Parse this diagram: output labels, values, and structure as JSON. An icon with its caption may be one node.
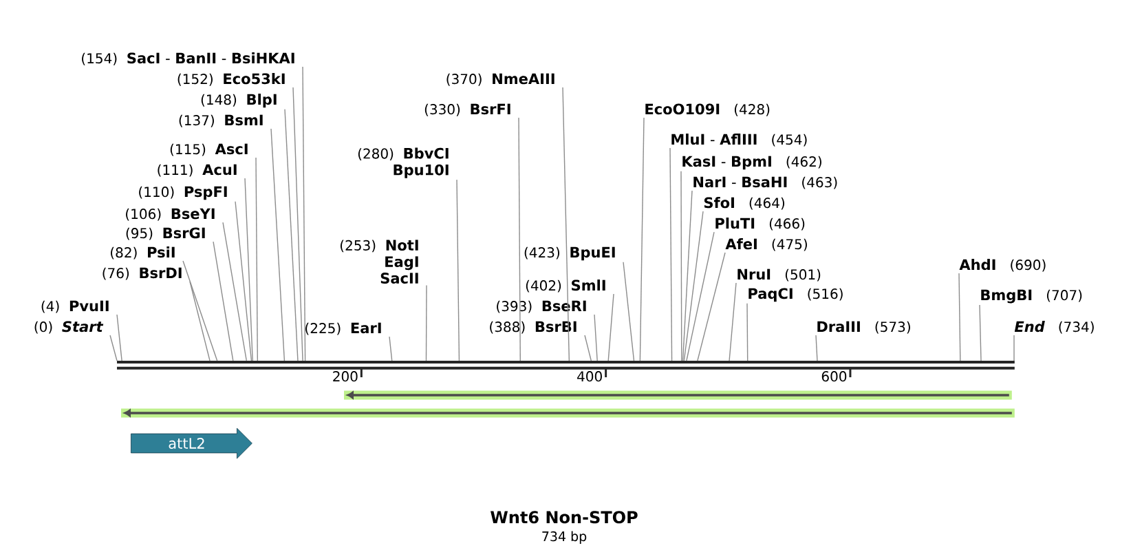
{
  "diagram": {
    "title": "Wnt6 Non-STOP",
    "caption": "734 bp",
    "nodes": [
      {
        "text": [
          "(0)",
          "Start"
        ]
      },
      {
        "text": [
          "(4)",
          "PvuII"
        ]
      },
      {
        "text": [
          "(76)",
          "BsrDI"
        ]
      },
      {
        "text": [
          "(82)",
          "PsiI"
        ]
      },
      {
        "text": [
          "(95)",
          "BsrGI"
        ]
      },
      {
        "text": [
          "(106)",
          "BseYI"
        ]
      },
      {
        "text": [
          "(110)",
          "PspFI"
        ]
      },
      {
        "text": [
          "(111)",
          "AcuI"
        ]
      },
      {
        "text": [
          "(115)",
          "AscI"
        ]
      },
      {
        "text": [
          "(137)",
          "BsmI"
        ]
      },
      {
        "text": [
          "(148)",
          "BlpI"
        ]
      },
      {
        "text": [
          "(152)",
          "Eco53kI"
        ]
      },
      {
        "text": [
          "(154)",
          "**SacI** - **BanII** - **BsiHKAI**"
        ]
      },
      {
        "text": [
          "(225)",
          "EarI"
        ]
      },
      {
        "text": [
          "(253)",
          "NotI",
          "EagI",
          "SacII"
        ]
      },
      {
        "text": [
          "(280)",
          "BbvCI",
          "Bpu10I"
        ]
      },
      {
        "text": [
          "(330)",
          "BsrFI"
        ]
      },
      {
        "text": [
          "(370)",
          "NmeAIII"
        ]
      },
      {
        "text": [
          "(388)",
          "BsrBI"
        ]
      },
      {
        "text": [
          "(393)",
          "BseRI"
        ]
      },
      {
        "text": [
          "(402)",
          "SmlI"
        ]
      },
      {
        "text": [
          "(423)",
          "BpuEI"
        ]
      },
      {
        "text": [
          "EcoO109I",
          "(428)"
        ]
      },
      {
        "text": [
          "**MluI** - **AflIII**",
          "(454)"
        ]
      },
      {
        "text": [
          "**KasI** - **BpmI**",
          "(462)"
        ]
      },
      {
        "text": [
          "**NarI** - **BsaHI**",
          "(463)"
        ]
      },
      {
        "text": [
          "SfoI",
          "(464)"
        ]
      },
      {
        "text": [
          "PluTI",
          "(466)"
        ]
      },
      {
        "text": [
          "AfeI",
          "(475)"
        ]
      },
      {
        "text": [
          "NruI",
          "(501)"
        ]
      },
      {
        "text": [
          "PaqCI",
          "(516)"
        ]
      },
      {
        "text": [
          "DraIII",
          "(573)"
        ]
      },
      {
        "text": [
          "AhdI",
          "(690)"
        ]
      },
      {
        "text": [
          "BmgBI",
          "(707)"
        ]
      },
      {
        "text": [
          "End",
          "(734)"
        ]
      },
      {
        "text": [],
        "shape": "bar"
      },
      {
        "text": [],
        "shape": "band"
      },
      {
        "text": [],
        "shape": "band"
      },
      {
        "text": [
          "attL2"
        ]
      }
    ],
    "edges": [
      {
        "from": 0,
        "to": 35,
        "arrow": "none"
      },
      {
        "from": 1,
        "to": 35,
        "arrow": "none"
      },
      {
        "from": 2,
        "to": 35,
        "arrow": "none"
      },
      {
        "from": 3,
        "to": 35,
        "arrow": "none"
      },
      {
        "from": 4,
        "to": 35,
        "arrow": "none"
      },
      {
        "from": 5,
        "to": 35,
        "arrow": "none"
      },
      {
        "from": 6,
        "to": 35,
        "arrow": "none"
      },
      {
        "from": 7,
        "to": 35,
        "arrow": "none"
      },
      {
        "from": 8,
        "to": 35,
        "arrow": "none"
      },
      {
        "from": 9,
        "to": 35,
        "arrow": "none"
      },
      {
        "from": 10,
        "to": 35,
        "arrow": "none"
      },
      {
        "from": 11,
        "to": 35,
        "arrow": "none"
      },
      {
        "from": 12,
        "to": 35,
        "arrow": "none"
      },
      {
        "from": 13,
        "to": 35,
        "arrow": "none"
      },
      {
        "from": 14,
        "to": 35,
        "arrow": "none"
      },
      {
        "from": 15,
        "to": 35,
        "arrow": "none"
      },
      {
        "from": 16,
        "to": 35,
        "arrow": "none"
      },
      {
        "from": 17,
        "to": 35,
        "arrow": "none"
      },
      {
        "from": 18,
        "to": 35,
        "arrow": "none"
      },
      {
        "from": 19,
        "to": 35,
        "arrow": "none"
      },
      {
        "from": 20,
        "to": 35,
        "arrow": "none"
      },
      {
        "from": 21,
        "to": 35,
        "arrow": "none"
      },
      {
        "from": 22,
        "to": 35,
        "arrow": "none"
      },
      {
        "from": 23,
        "to": 35,
        "arrow": "none"
      },
      {
        "from": 24,
        "to": 35,
        "arrow": "none"
      },
      {
        "from": 25,
        "to": 35,
        "arrow": "none"
      },
      {
        "from": 26,
        "to": 35,
        "arrow": "none"
      },
      {
        "from": 27,
        "to": 35,
        "arrow": "none"
      },
      {
        "from": 28,
        "to": 35,
        "arrow": "none"
      },
      {
        "from": 29,
        "to": 35,
        "arrow": "none"
      },
      {
        "from": 30,
        "to": 35,
        "arrow": "none"
      },
      {
        "from": 31,
        "to": 35,
        "arrow": "none"
      },
      {
        "from": 32,
        "to": 35,
        "arrow": "none"
      },
      {
        "from": 33,
        "to": 35,
        "arrow": "none"
      },
      {
        "from": 34,
        "to": 35,
        "arrow": "none"
      }
    ],
    "labels": [
      "200",
      "400",
      "600"
    ]
  }
}
